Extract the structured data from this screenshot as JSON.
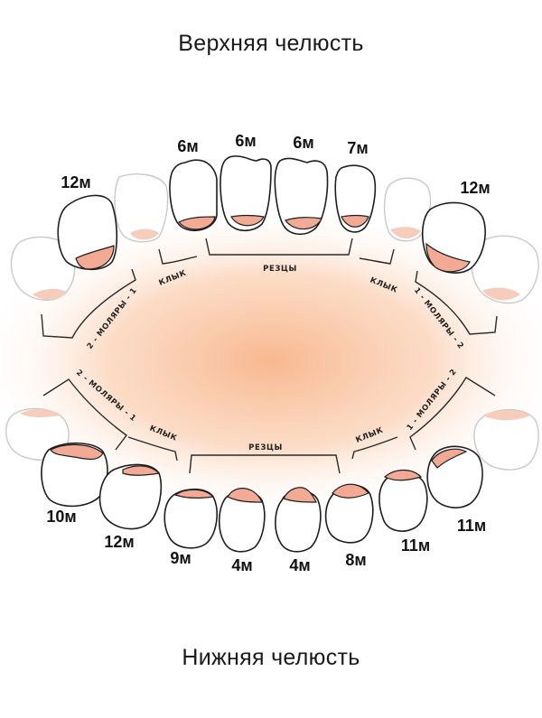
{
  "titles": {
    "upper": "Верхняя челюсть",
    "lower": "Нижняя челюсть"
  },
  "groups": {
    "incisors": "РЕЗЦЫ",
    "canine": "КЛЫК",
    "molars_1": "1 - МОЛЯРЫ - 2",
    "molars_2": "2 - МОЛЯРЫ - 1"
  },
  "upper_teeth": [
    "12м",
    "6м",
    "6м",
    "6м",
    "7м",
    "12м"
  ],
  "lower_teeth": [
    "10м",
    "12м",
    "9м",
    "4м",
    "4м",
    "8м",
    "11м",
    "11м"
  ],
  "colors": {
    "glow": "#f7b48a",
    "gum": "#f2aa94",
    "outline": "#1e1e1e"
  }
}
